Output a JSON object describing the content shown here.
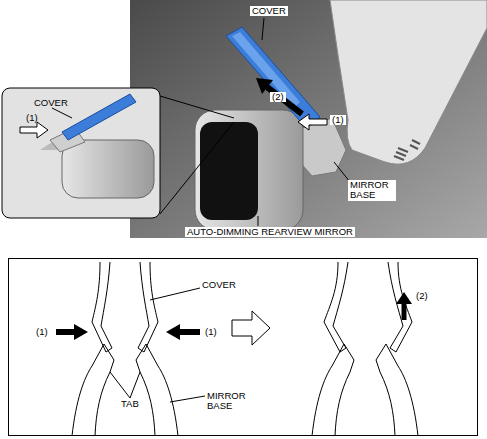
{
  "diagram": {
    "labels": [
      "COVER",
      "(2)",
      "(1)",
      "MIRROR BASE",
      "COVER",
      "(1)",
      "AUTO-DIMMING REARVIEW MIRROR",
      "COVER",
      "(1)",
      "(1)",
      "TAB",
      "MIRROR BASE",
      "(2)"
    ]
  }
}
